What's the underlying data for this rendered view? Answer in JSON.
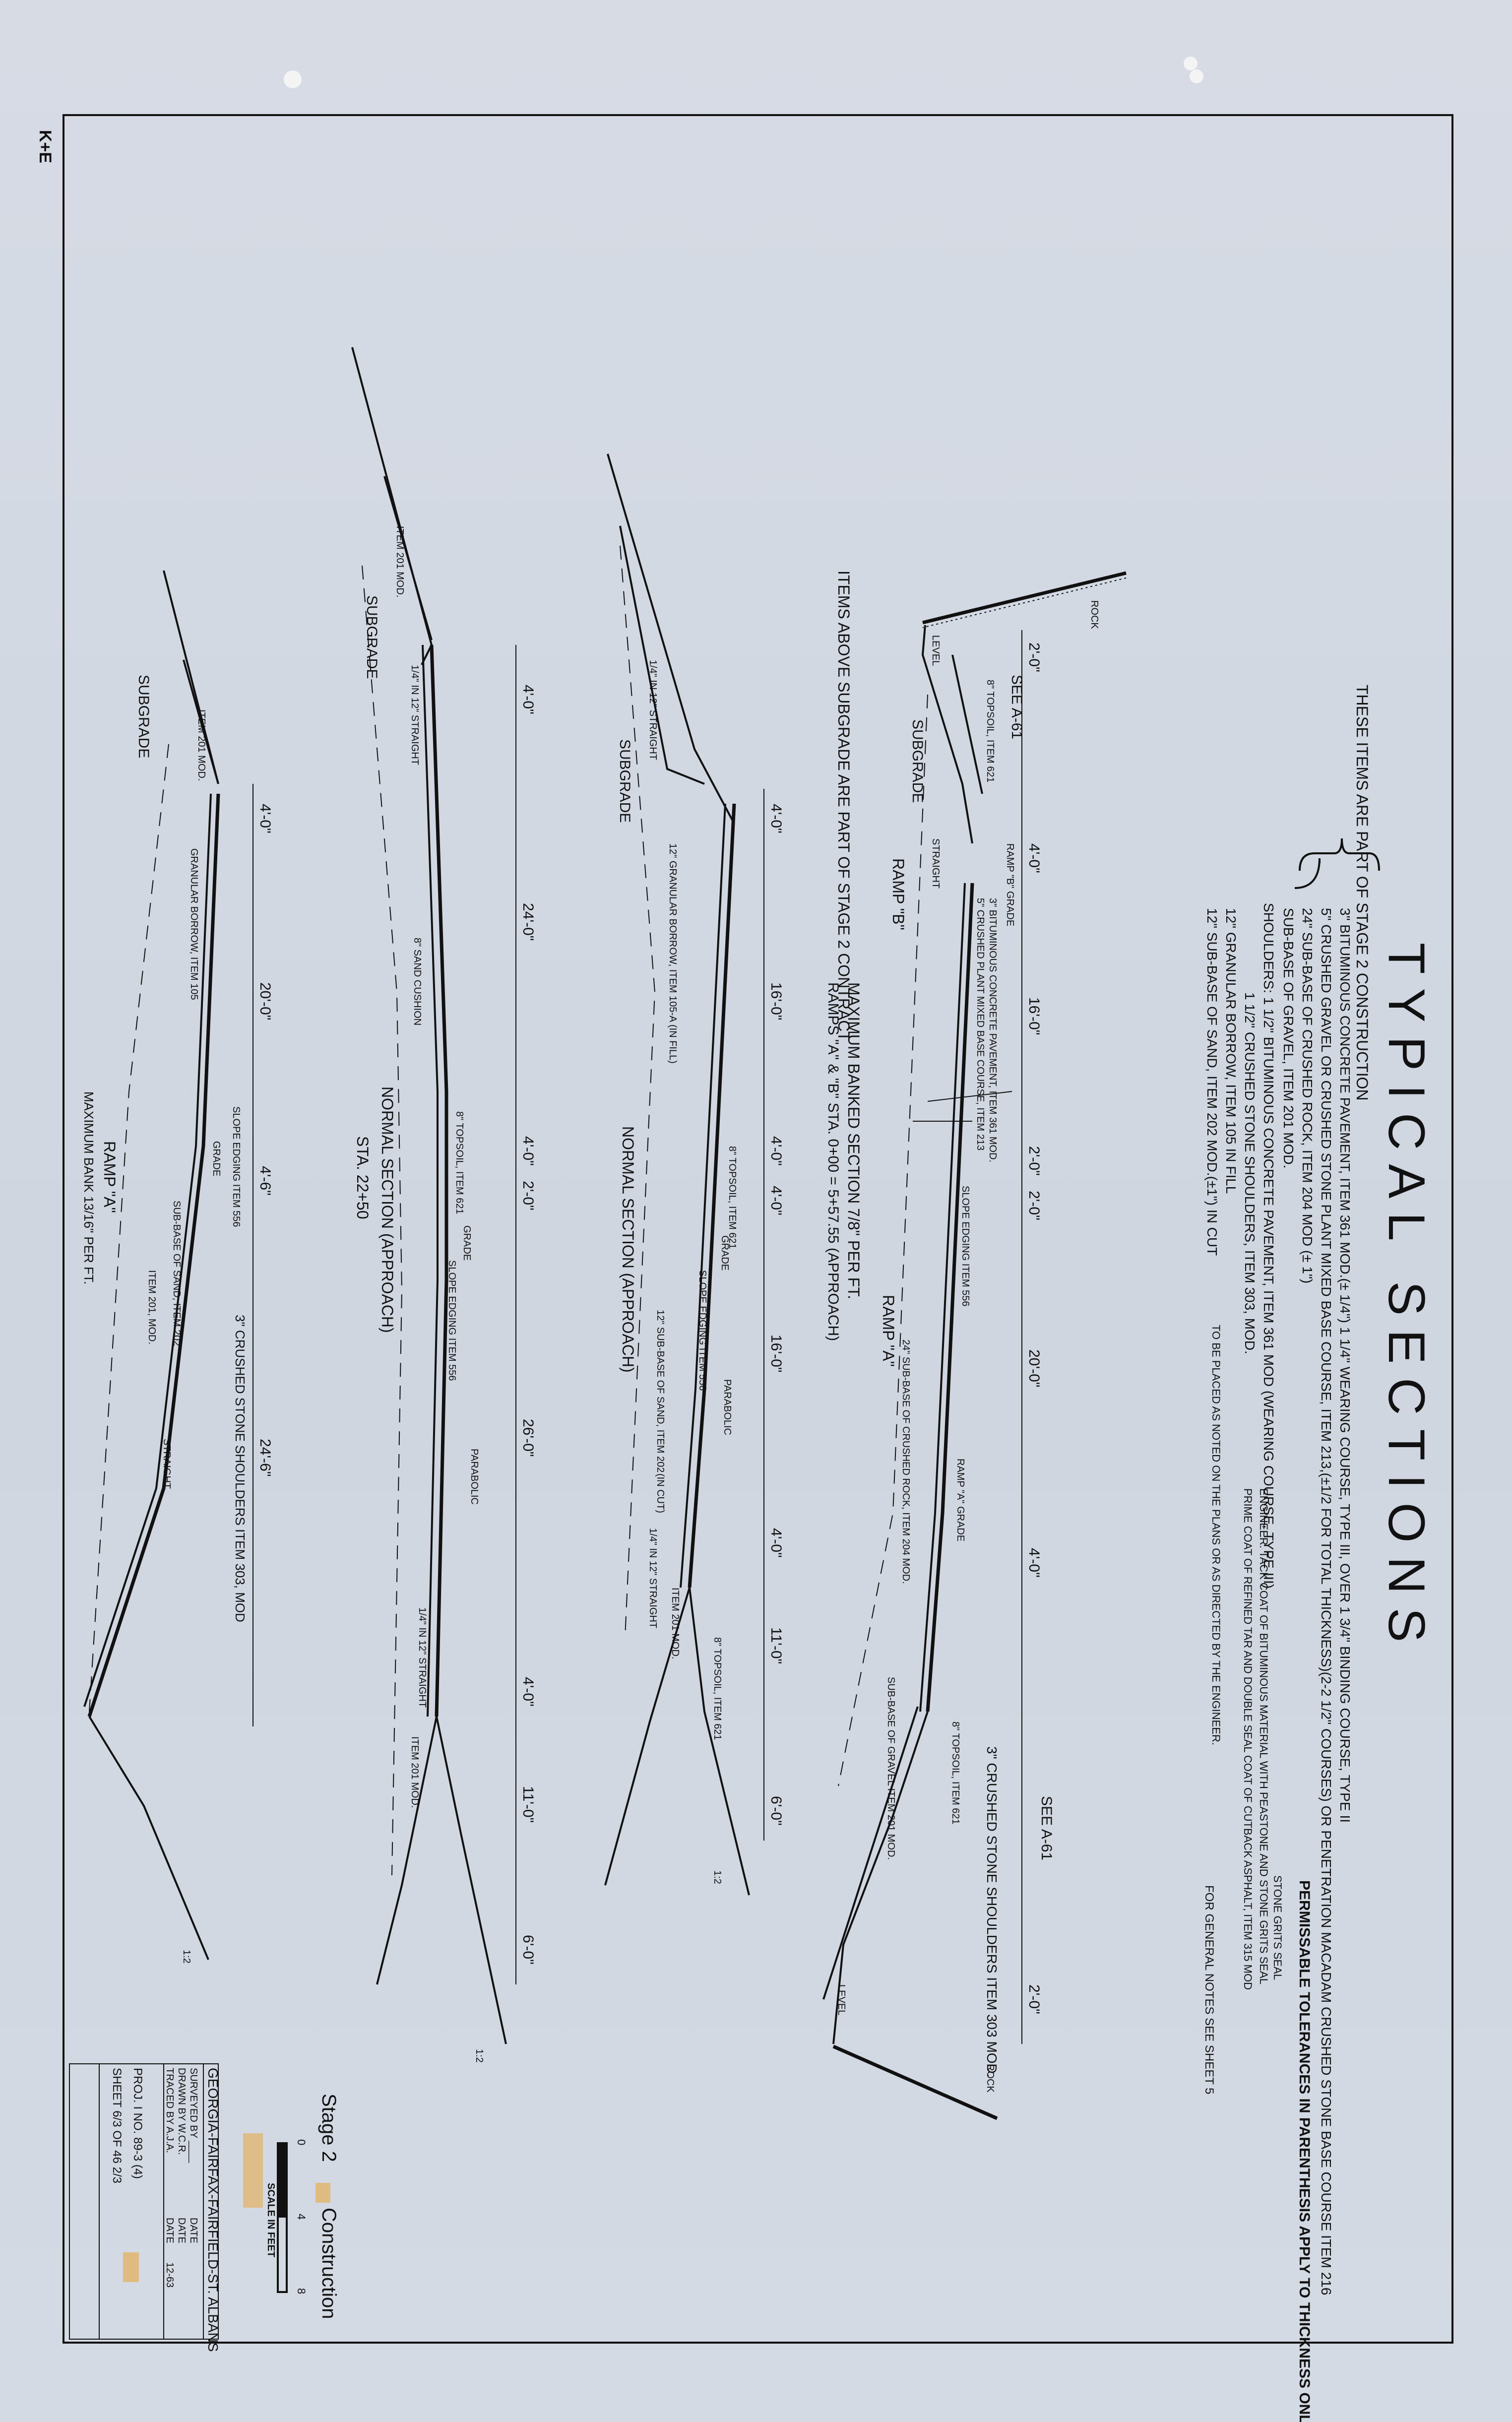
{
  "sheet": {
    "title": "TYPICAL SECTIONS",
    "corner_mark": "K+E",
    "notes": [
      "3\" BITUMINOUS CONCRETE PAVEMENT, ITEM 361 MOD.(± 1/4\") 1 1/4\" WEARING COURSE, TYPE III, OVER 1 3/4\" BINDING COURSE, TYPE II",
      "5\" CRUSHED GRAVEL OR CRUSHED STONE PLANT MIXED BASE COURSE, ITEM 213,(±1/2 FOR TOTAL THICKNESS)(2-2 1/2\" COURSES) OR PENETRATION MACADAM CRUSHED STONE BASE COURSE ITEM 216",
      "24\" SUB-BASE OF CRUSHED ROCK, ITEM 204 MOD (± 1\")",
      "SUB-BASE OF GRAVEL, ITEM 201 MOD."
    ],
    "shoulder_notes": [
      "SHOULDERS: 1 1/2\" BITUMINOUS CONCRETE PAVEMENT, ITEM 361 MOD (WEARING COURSE, TYPE III)",
      "1 1/2\" CRUSHED STONE SHOULDERS, ITEM 303, MOD.",
      "12\" GRANULAR BORROW, ITEM 105 IN FILL",
      "12\" SUB-BASE OF SAND, ITEM 202 MOD.(±1\") IN CUT"
    ],
    "shoulder_side_notes": [
      "STONE GRITS SEAL",
      "ENGINEER. TACK COAT OF BITUMINOUS MATERIAL WITH PEASTONE AND STONE GRITS SEAL",
      "PRIME COAT OF REFINED TAR AND DOUBLE SEAL COAT OF CUTBACK ASPHALT, ITEM 315 MOD"
    ],
    "placement_note": "TO BE PLACED AS NOTED ON THE PLANS OR AS DIRECTED BY THE ENGINEER.",
    "stage_note": "THESE ITEMS ARE PART OF STAGE 2 CONSTRUCTION",
    "tolerance_note": "PERMISSABLE TOLERANCES IN PARENTHESIS APPLY TO THICKNESS ONLY",
    "general_note": "FOR GENERAL NOTES SEE SHEET",
    "general_note_sheet": "5",
    "items_above_note": "ITEMS ABOVE SUBGRADE ARE PART OF STAGE 2 CONTRACT"
  },
  "sections": {
    "ramp_b": {
      "title": "RAMP \"B\"",
      "ramp_a_label": "RAMP \"A\"",
      "max_bank": "MAXIMUM BANKED SECTION 7/8\" PER FT.",
      "station": "RAMPS \"A\" & \"B\" STA. 0+00 = 5+57.55 (APPROACH)",
      "dims": [
        "2'-0\"",
        "4'-0\"",
        "16'-0\"",
        "2'-0\"",
        "2'-0\"",
        "20'-0\"",
        "4'-0\"",
        "2'-0\""
      ],
      "labels": [
        "ROCK",
        "LEVEL",
        "SEE A-61",
        "SUBGRADE",
        "8\" TOPSOIL, ITEM 621",
        "STRAIGHT",
        "RAMP \"B\" GRADE",
        "3\" BITUMINOUS CONCRETE PAVEMENT, ITEM 361 MOD.",
        "5\" CRUSHED PLANT MIXED BASE COURSE, ITEM 213",
        "SLOPE EDGING ITEM 556",
        "24\" SUB-BASE OF CRUSHED ROCK, ITEM 204 MOD.",
        "RAMP \"A\" GRADE",
        "SUB-BASE OF GRAVEL ITEM 201 MOD.",
        "8\" TOPSOIL, ITEM 621",
        "3\" CRUSHED STONE SHOULDERS ITEM 303 MOD.",
        "SEE A-61",
        "LEVEL",
        "ROCK"
      ]
    },
    "normal_cut": {
      "title": "NORMAL SECTION (APPROACH)",
      "dims": [
        "4'-0\"",
        "16'-0\"",
        "4'-0\"",
        "4'-0\"",
        "16'-0\"",
        "4'-0\"",
        "11'-0\"",
        "6'-0\""
      ],
      "labels": [
        "SUBGRADE",
        "1/4\" IN 12\" STRAIGHT",
        "12\" GRANULAR BORROW, ITEM 105-A (IN FILL)",
        "8\" TOPSOIL, ITEM 621",
        "GRADE",
        "SLOPE EDGING ITEM 556",
        "PARABOLIC",
        "12\" SUB-BASE OF SAND, ITEM 202",
        "(IN CUT)",
        "1/4\" IN 12\" STRAIGHT",
        "ITEM 201 MOD.",
        "8\" TOPSOIL, ITEM 621",
        "1:2"
      ]
    },
    "normal_fill": {
      "title": "NORMAL SECTION (APPROACH)",
      "station": "STA. 22+50",
      "dims": [
        "4'-0\"",
        "24'-0\"",
        "4'-0\"",
        "2'-0\"",
        "26'-0\"",
        "4'-0\"",
        "11'-0\"",
        "6'-0\""
      ],
      "labels": [
        "SUBGRADE",
        "ITEM 201 MOD.",
        "1/4\" IN 12\" STRAIGHT",
        "8\" SAND CUSHION",
        "8\" TOPSOIL, ITEM 621",
        "GRADE",
        "SLOPE EDGING ITEM 556",
        "PARABOLIC",
        "1/4\" IN 12\" STRAIGHT",
        "ITEM 201 MOD.",
        "1:2"
      ]
    },
    "ramp_a": {
      "title": "RAMP \"A\"",
      "max_bank": "MAXIMUM BANK 13/16\" PER FT.",
      "dims": [
        "4'-0\"",
        "20'-0\"",
        "4'-6\"",
        "24'-6\""
      ],
      "labels": [
        "SUBGRADE",
        "ITEM 201 MOD.",
        "GRANULAR BORROW, ITEM 105",
        "SLOPE EDGING ITEM 556",
        "GRADE",
        "SUB-BASE OF SAND, ITEM 202",
        "ITEM 201, MOD.",
        "3\" CRUSHED STONE SHOULDERS ITEM 303, MOD",
        "STRAIGHT",
        "1:2"
      ]
    }
  },
  "scale": {
    "label": "SCALE IN FEET",
    "ticks": [
      "0",
      "4",
      "8"
    ]
  },
  "stamp": {
    "line1": "Stage 2",
    "line2": "Construction"
  },
  "title_block": {
    "project_name": "GEORGIA-FAIRFAX-FAIRFIELD-ST. ALBANS",
    "surveyed_by": "SURVEYED BY ____",
    "drawn_by": "DRAWN BY  W.C.R.",
    "traced_by": "TRACED BY  A.J.A.",
    "date_label": "DATE",
    "date": "12-63",
    "project": "PROJ.  I   NO.  89-3  (4)",
    "sheet": "SHEET 6/3  OF  46 2/3"
  },
  "colors": {
    "paper": "#d3d9e2",
    "ink": "#111111",
    "highlight": "#e8a640",
    "stamp": "#8f97a3"
  }
}
